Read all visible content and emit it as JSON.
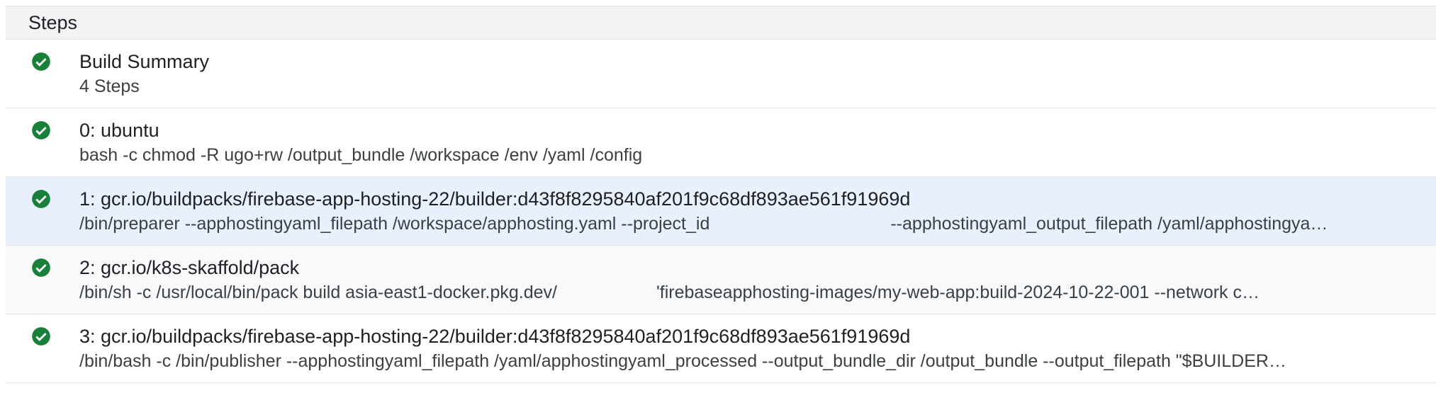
{
  "colors": {
    "header_bg": "#f1f3f4",
    "selected_bg": "#e8f0fe",
    "alt_row_bg": "#f8f9fa",
    "success_green": "#188038",
    "title_color": "#202124",
    "command_color": "#3c4043"
  },
  "panel": {
    "title": "Steps"
  },
  "steps": [
    {
      "title": "Build Summary",
      "command_part1": "4 Steps",
      "command_part2": "",
      "status": "success"
    },
    {
      "title": "0: ubuntu",
      "command_part1": "bash -c chmod -R ugo+rw /output_bundle /workspace /env /yaml /config",
      "command_part2": "",
      "status": "success"
    },
    {
      "title": "1: gcr.io/buildpacks/firebase-app-hosting-22/builder:d43f8f8295840af201f9c68df893ae561f91969d",
      "command_part1": "/bin/preparer --apphostingyaml_filepath /workspace/apphosting.yaml --project_id",
      "command_part2": "--apphostingyaml_output_filepath /yaml/apphostingya…",
      "status": "success",
      "selected": true
    },
    {
      "title": "2: gcr.io/k8s-skaffold/pack",
      "command_part1": "/bin/sh -c /usr/local/bin/pack build asia-east1-docker.pkg.dev/",
      "command_part2": "'firebaseapphosting-images/my-web-app:build-2024-10-22-001 --network c…",
      "status": "success"
    },
    {
      "title": "3: gcr.io/buildpacks/firebase-app-hosting-22/builder:d43f8f8295840af201f9c68df893ae561f91969d",
      "command_part1": "/bin/bash -c /bin/publisher --apphostingyaml_filepath /yaml/apphostingyaml_processed --output_bundle_dir /output_bundle --output_filepath \"$BUILDER…",
      "command_part2": "",
      "status": "success"
    }
  ]
}
